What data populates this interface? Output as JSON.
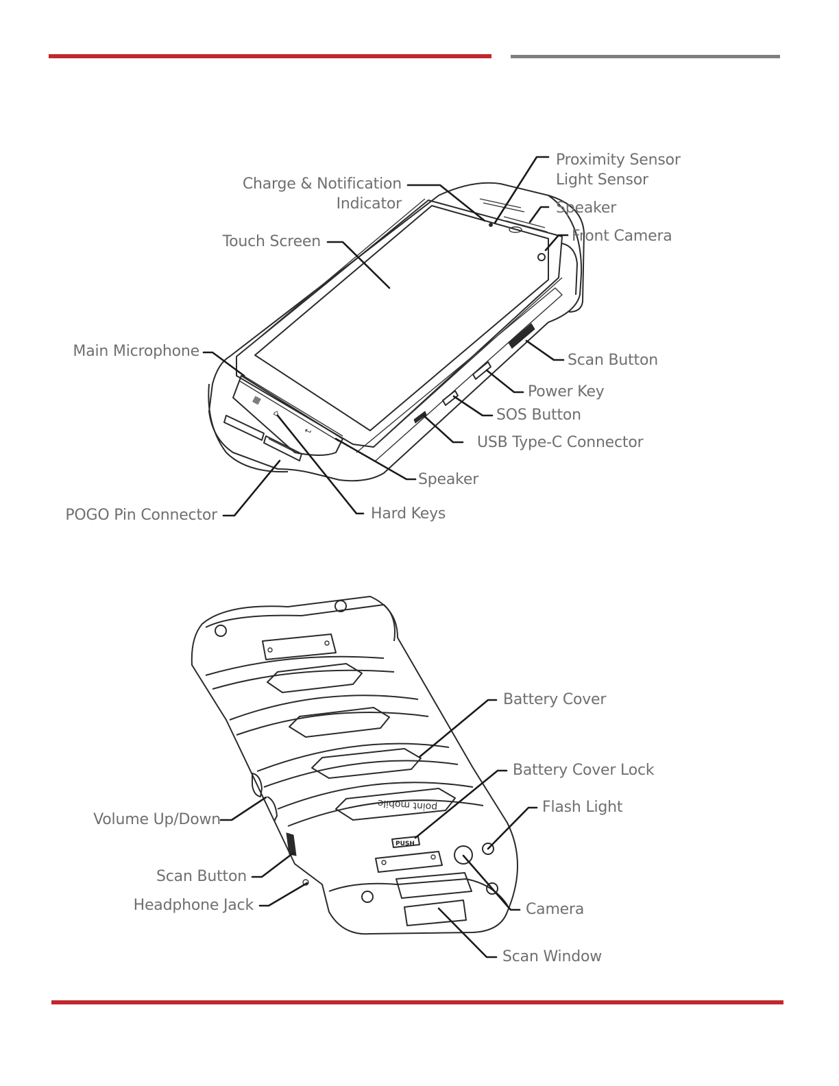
{
  "colors": {
    "accent_red": "#c1272d",
    "rule_gray": "#7f7f7f",
    "label_text": "#6f6f6f"
  },
  "front_view": {
    "labels": {
      "proximity_sensor": "Proximity Sensor",
      "light_sensor": "Light Sensor",
      "charge_notification_1": "Charge & Notification",
      "charge_notification_2": "Indicator",
      "speaker_top": "Speaker",
      "front_camera": "Front Camera",
      "touch_screen": "Touch Screen",
      "main_microphone": "Main Microphone",
      "scan_button": "Scan Button",
      "power_key": "Power Key",
      "sos_button": "SOS Button",
      "usb_connector": "USB Type-C Connector",
      "speaker_bottom": "Speaker",
      "hard_keys": "Hard Keys",
      "pogo_pin": "POGO Pin Connector"
    }
  },
  "back_view": {
    "logo_text": "point mobile",
    "push_text": "PUSH",
    "labels": {
      "battery_cover": "Battery Cover",
      "battery_cover_lock": "Battery Cover Lock",
      "flash_light": "Flash Light",
      "volume": "Volume Up/Down",
      "scan_button": "Scan Button",
      "headphone_jack": "Headphone Jack",
      "camera": "Camera",
      "scan_window": "Scan Window"
    }
  }
}
